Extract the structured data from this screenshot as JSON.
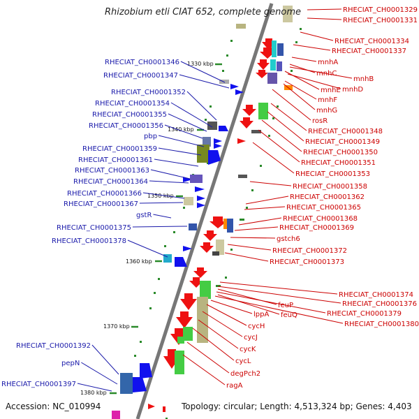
{
  "title": "Rhizobium etli CIAT 652, complete genome",
  "footer": {
    "accession": "Accession: NC_010994",
    "topology": "Topology: circular; Length: 4,513,324 bp; Genes: 4,403"
  },
  "colors": {
    "right_label": "#cc0000",
    "left_label": "#1a1aaa",
    "backbone": "#777777",
    "tick": "#2a8a2a"
  },
  "scale_marks": [
    "1330 kbp",
    "1340 kbp",
    "1350 kbp",
    "1360 kbp",
    "1370 kbp",
    "1380 kbp"
  ],
  "right_labels": [
    "RHECIAT_CH0001329",
    "RHECIAT_CH0001331",
    "RHECIAT_CH0001334",
    "RHECIAT_CH0001337",
    "mnhA",
    "mnhC",
    "mnhB",
    "mnhE",
    "mnhD",
    "mnhF",
    "mnhG",
    "rosR",
    "RHECIAT_CH0001348",
    "RHECIAT_CH0001349",
    "RHECIAT_CH0001350",
    "RHECIAT_CH0001351",
    "RHECIAT_CH0001353",
    "RHECIAT_CH0001358",
    "RHECIAT_CH0001362",
    "RHECIAT_CH0001365",
    "RHECIAT_CH0001368",
    "RHECIAT_CH0001369",
    "gstch6",
    "RHECIAT_CH0001372",
    "RHECIAT_CH0001373",
    "RHECIAT_CH0001374",
    "RHECIAT_CH0001376",
    "feuP",
    "RHECIAT_CH0001379",
    "feuQ",
    "RHECIAT_CH0001380",
    "lppA",
    "cycH",
    "cycJ",
    "cycK",
    "cycL",
    "degPch2",
    "ragA"
  ],
  "left_labels": [
    "RHECIAT_CH0001346",
    "RHECIAT_CH0001347",
    "RHECIAT_CH0001352",
    "RHECIAT_CH0001354",
    "RHECIAT_CH0001355",
    "RHECIAT_CH0001356",
    "pbp",
    "RHECIAT_CH0001359",
    "RHECIAT_CH0001361",
    "RHECIAT_CH0001363",
    "RHECIAT_CH0001364",
    "RHECIAT_CH0001366",
    "RHECIAT_CH0001367",
    "gstR",
    "RHECIAT_CH0001375",
    "RHECIAT_CH0001378",
    "RHECIAT_CH0001392",
    "pepN",
    "RHECIAT_CH0001397"
  ]
}
